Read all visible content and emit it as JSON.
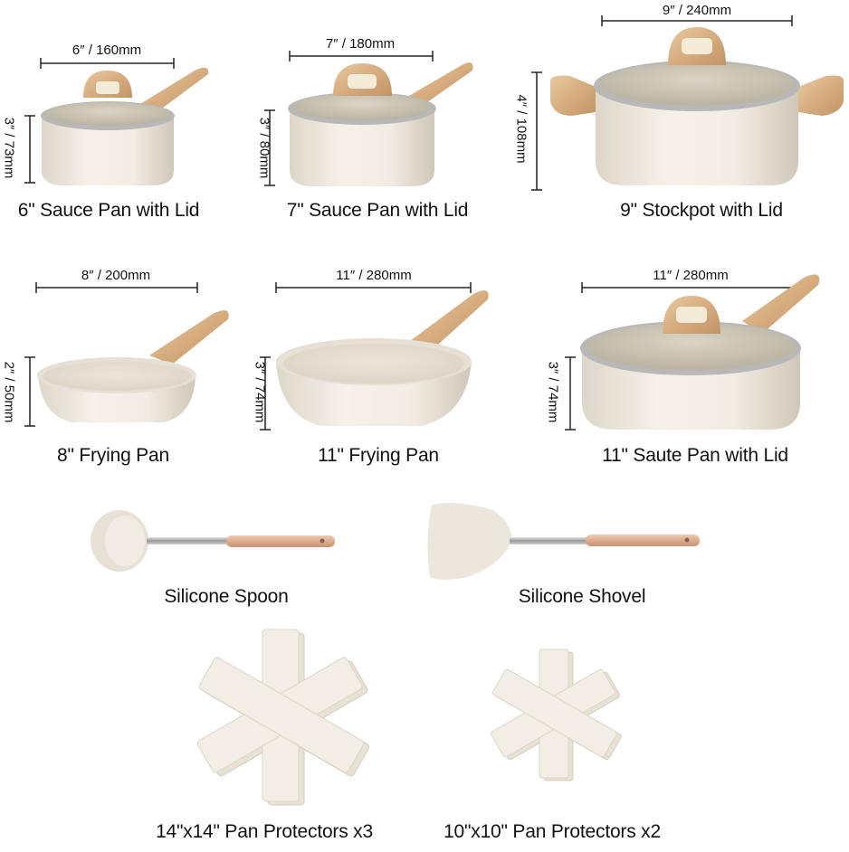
{
  "items": [
    {
      "label": "6\" Sauce Pan with Lid",
      "width_dim": "6″ / 160mm",
      "height_dim": "3″ / 73mm"
    },
    {
      "label": "7\" Sauce Pan with Lid",
      "width_dim": "7″ / 180mm",
      "height_dim": "3″ / 80mm"
    },
    {
      "label": "9\" Stockpot with Lid",
      "width_dim": "9″ / 240mm",
      "height_dim": "4″ / 108mm"
    },
    {
      "label": "8\" Frying Pan",
      "width_dim": "8″ / 200mm",
      "height_dim": "2″ / 50mm"
    },
    {
      "label": "11\" Frying Pan",
      "width_dim": "11″ / 280mm",
      "height_dim": "3″ / 74mm"
    },
    {
      "label": "11\" Saute Pan with Lid",
      "width_dim": "11″ / 280mm",
      "height_dim": "3″ / 74mm"
    },
    {
      "label": "Silicone Spoon"
    },
    {
      "label": "Silicone Shovel"
    },
    {
      "label": "14\"x14\" Pan Protectors x3"
    },
    {
      "label": "10\"x10\" Pan Protectors x2"
    }
  ],
  "colors": {
    "body": "#efeae1",
    "wood": "#d9b48a",
    "glass": "#c9c4b4",
    "rim": "#a7a7a7",
    "dim_line": "#222222"
  }
}
